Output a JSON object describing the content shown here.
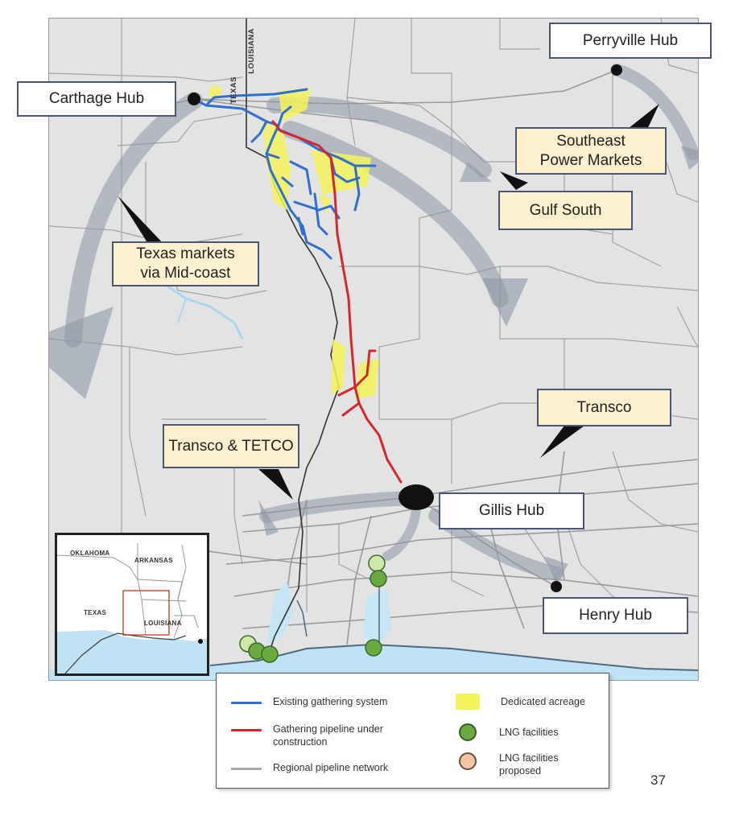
{
  "map": {
    "state_labels": {
      "texas": "TEXAS",
      "louisiana": "LOUISIANA"
    },
    "hubs": [
      {
        "id": "carthage",
        "label": "Carthage Hub"
      },
      {
        "id": "perryville",
        "label": "Perryville Hub"
      },
      {
        "id": "gillis",
        "label": "Gillis Hub"
      },
      {
        "id": "henry",
        "label": "Henry Hub"
      }
    ],
    "markets": [
      {
        "id": "southeast",
        "line1": "Southeast",
        "line2": "Power Markets"
      },
      {
        "id": "gulf_south",
        "line1": "Gulf South"
      },
      {
        "id": "texas_mid",
        "line1": "Texas markets",
        "line2": "via Mid-coast"
      },
      {
        "id": "transco",
        "line1": "Transco"
      },
      {
        "id": "transco_tetco",
        "line1": "Transco & TETCO"
      }
    ],
    "colors": {
      "background": "#e3e3e3",
      "existing_gathering": "#2f6fd0",
      "under_construction": "#d8262a",
      "regional_pipeline": "#a9a9a9",
      "dedicated_acreage": "#f3f35a",
      "lng": "#6aaa3f",
      "lng_proposed": "#f5c4a6",
      "water": "#bfe3f5",
      "market_box": "#fdf0cf"
    }
  },
  "inset": {
    "labels": {
      "oklahoma": "OKLAHOMA",
      "arkansas": "ARKANSAS",
      "texas": "TEXAS",
      "louisiana": "LOUISIANA"
    }
  },
  "legend": {
    "items": [
      {
        "label": "Existing gathering system"
      },
      {
        "label1": "Gathering pipeline under",
        "label2": "construction"
      },
      {
        "label": "Regional pipeline network"
      },
      {
        "label": "Dedicated acreage"
      },
      {
        "label": "LNG facilities"
      },
      {
        "label1": "LNG facilities",
        "label2": "proposed"
      }
    ]
  },
  "page": {
    "number": "37"
  }
}
